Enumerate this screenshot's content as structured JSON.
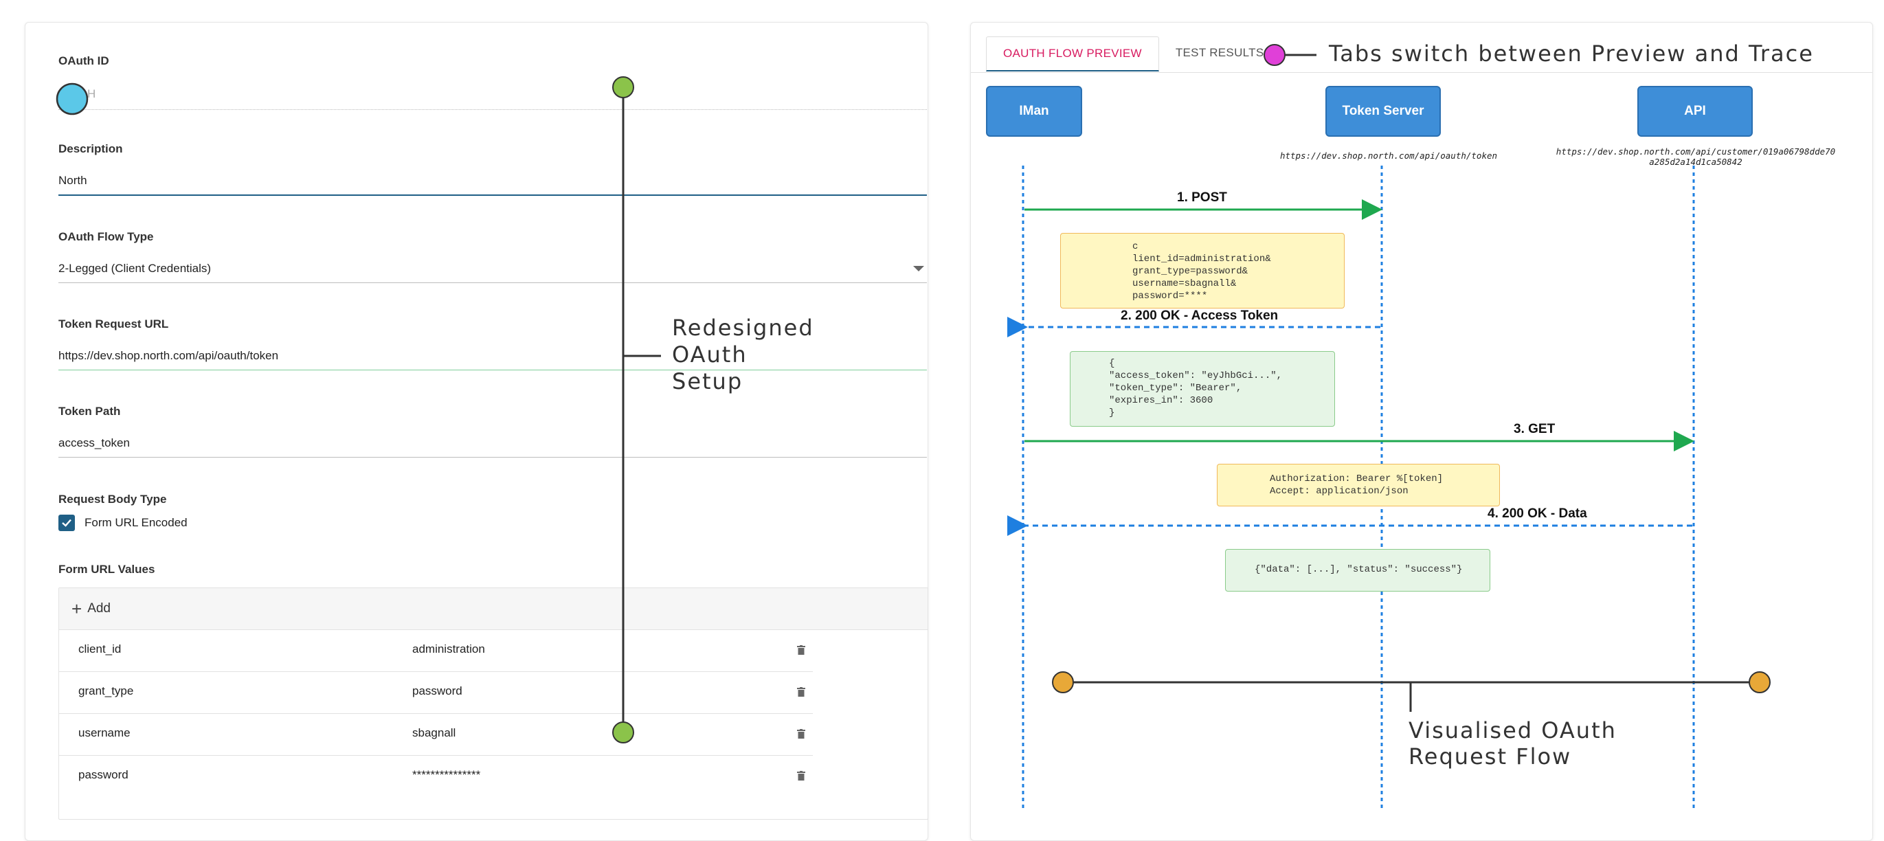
{
  "form": {
    "oauth_id_label": "OAuth ID",
    "oauth_id_placeholder": "H",
    "description_label": "Description",
    "description_value": "North",
    "flow_type_label": "OAuth Flow Type",
    "flow_type_value": "2-Legged (Client Credentials)",
    "token_url_label": "Token Request URL",
    "token_url_value": "https://dev.shop.north.com/api/oauth/token",
    "token_path_label": "Token Path",
    "token_path_value": "access_token",
    "body_type_label": "Request Body Type",
    "body_type_option": "Form URL Encoded",
    "body_type_checked": true,
    "form_values_label": "Form URL Values",
    "add_label": "Add",
    "rows": [
      {
        "key": "client_id",
        "value": "administration"
      },
      {
        "key": "grant_type",
        "value": "password"
      },
      {
        "key": "username",
        "value": "sbagnall"
      },
      {
        "key": "password",
        "value": "***************"
      }
    ]
  },
  "preview": {
    "tabs": [
      "OAUTH FLOW PREVIEW",
      "TEST RESULTS"
    ],
    "active_tab": 0,
    "actors": [
      "IMan",
      "Token Server",
      "API"
    ],
    "token_url": "https://dev.shop.north.com/api/oauth/token",
    "api_url_line1": "https://dev.shop.north.com/api/customer/019a06798dde70",
    "api_url_line2": "a285d2a14d1ca50842",
    "messages": [
      "1. POST",
      "2. 200 OK - Access Token",
      "3. GET",
      "4. 200 OK - Data"
    ],
    "note_post": "c\nlient_id=administration&\ngrant_type=password&\nusername=sbagnall&\npassword=****",
    "note_token": "{\n\"access_token\": \"eyJhbGci...\",\n\"token_type\": \"Bearer\",\n\"expires_in\": 3600\n}",
    "note_get": "Authorization: Bearer %[token]\nAccept: application/json",
    "note_data": "{\"data\": [...], \"status\": \"success\"}"
  },
  "annotations": {
    "left": "Redesigned\nOAuth\nSetup",
    "tabs": "Tabs switch between Preview and Trace",
    "flow": "Visualised OAuth\nRequest Flow"
  },
  "colors": {
    "accent": "#1f5f86",
    "active_tab": "#d81b60",
    "actor": "#3e8ed8",
    "arrow_request": "#1fa84f",
    "arrow_response": "#1e7fe0",
    "marker_green": "#8bc34a",
    "marker_cyan": "#5bc8e8",
    "marker_pink": "#e040d8",
    "marker_orange": "#e8a838"
  }
}
